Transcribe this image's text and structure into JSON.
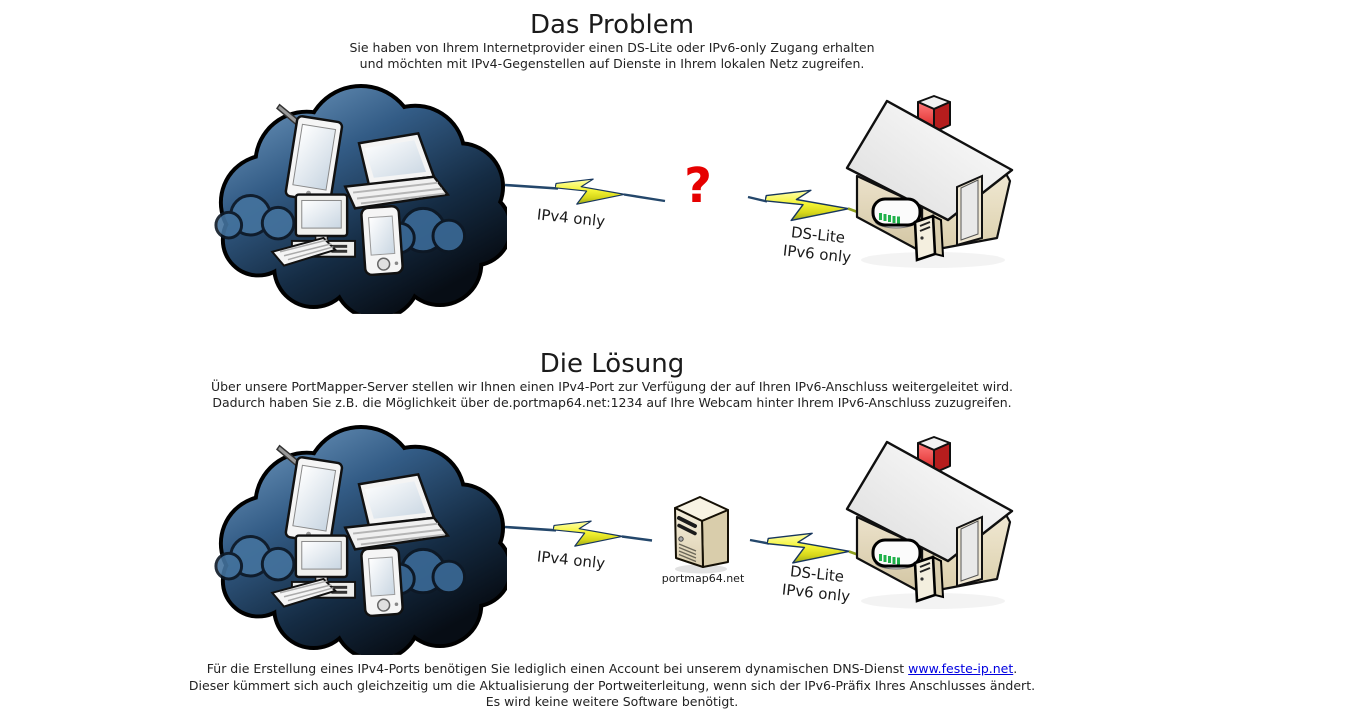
{
  "page": {
    "background": "#ffffff"
  },
  "problem": {
    "title": "Das Problem",
    "description": [
      "Sie haben von Ihrem Internetprovider einen DS-Lite oder IPv6-only Zugang erhalten",
      "und möchten mit IPv4-Gegenstellen auf Dienste in Ihrem lokalen Netz zugreifen."
    ],
    "ipv4_label": "IPv4 only",
    "question_mark": "?",
    "dslite_label": "DS-Lite",
    "ipv6_label": "IPv6 only"
  },
  "solution": {
    "title": "Die Lösung",
    "description": [
      "Über unsere PortMapper-Server stellen wir Ihnen einen IPv4-Port zur Verfügung der auf Ihren IPv6-Anschluss weitergeleitet wird.",
      "Dadurch haben Sie z.B. die Möglichkeit über de.portmap64.net:1234 auf Ihre Webcam hinter Ihrem IPv6-Anschluss zuzugreifen."
    ],
    "ipv4_label": "IPv4 only",
    "server_label": "portmap64.net",
    "dslite_label": "DS-Lite",
    "ipv6_label": "IPv6 only"
  },
  "footer": {
    "line1_before": "Für die Erstellung eines IPv4-Ports benötigen Sie lediglich einen Account bei unserem dynamischen DNS-Dienst ",
    "link": "www.feste-ip.net",
    "line1_after": ".",
    "line2": "Dieser kümmert sich auch gleichzeitig um die Aktualisierung der Portweiterleitung, wenn sich der IPv6-Präfix Ihres Anschlusses ändert.",
    "line3": "Es wird keine weitere Software benötigt."
  },
  "icons": {
    "cloud": "cloud-of-ipv4-devices-icon",
    "lightning": "lightning-connection-icon",
    "house": "home-network-house-icon",
    "server": "portmapper-server-icon"
  },
  "colors": {
    "cloud_blue": "#2e5078",
    "bolt_yellow": "#f0f000",
    "line_navy": "#24476b",
    "house_beige": "#e7ddc4",
    "chimney_red": "#d92020",
    "question_red": "#e60000",
    "link_blue": "#0000e0"
  }
}
